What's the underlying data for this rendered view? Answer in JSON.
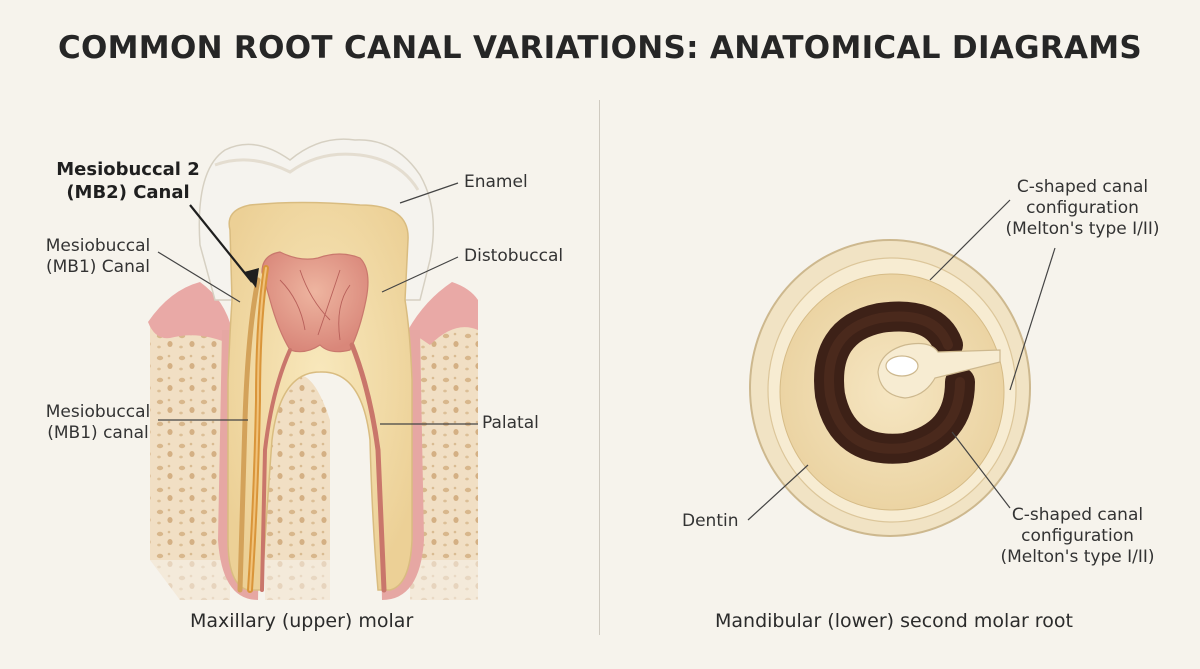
{
  "title": "COMMON ROOT CANAL VARIATIONS: ANATOMICAL DIAGRAMS",
  "left_panel": {
    "caption": "Maxillary (upper) molar",
    "labels": {
      "mb2_line1": "Mesiobuccal 2",
      "mb2_line2": "(MB2) Canal",
      "mb1_upper_line1": "Mesiobuccal",
      "mb1_upper_line2": "(MB1) Canal",
      "mb1_lower_line1": "Mesiobuccal",
      "mb1_lower_line2": "(MB1) canal",
      "enamel": "Enamel",
      "distobuccal": "Distobuccal",
      "palatal": "Palatal"
    }
  },
  "right_panel": {
    "caption": "Mandibular (lower) second molar root",
    "labels": {
      "c_top_line1": "C-shaped canal",
      "c_top_line2": "configuration",
      "c_top_line3": "(Melton's type I/II)",
      "c_bottom_line1": "C-shaped canal",
      "c_bottom_line2": "configuration",
      "c_bottom_line3": "(Melton's type I/II)",
      "dentin": "Dentin"
    }
  },
  "colors": {
    "background": "#f6f3ec",
    "enamel": "#f4f2ec",
    "dentin": "#f3dfaa",
    "pulp": "#e5a08e",
    "gum": "#eaa7a4",
    "bone": "#f0dcc0",
    "canal": "#3d2117",
    "highlight_canal": "#d9953a"
  }
}
